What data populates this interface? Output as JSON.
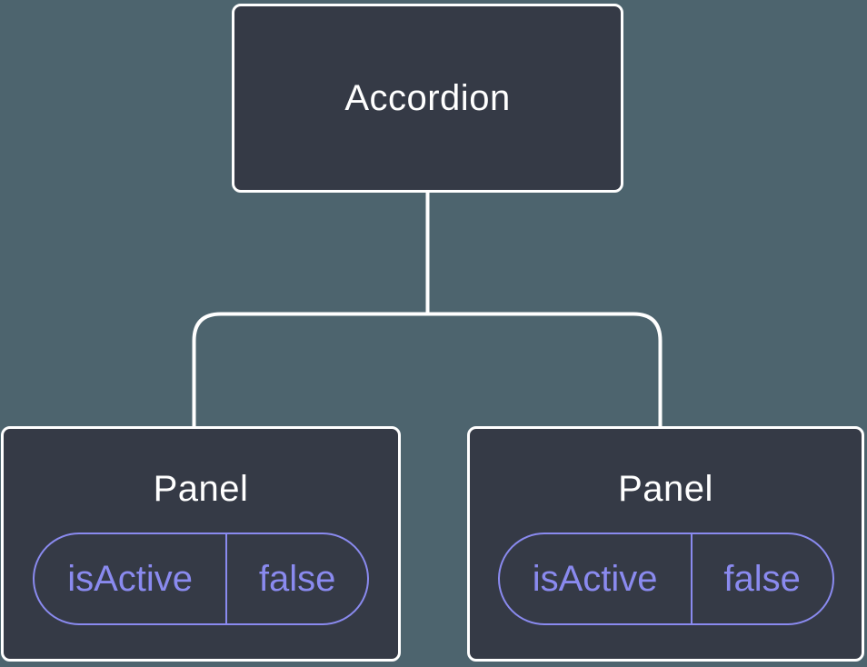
{
  "diagram": {
    "root": {
      "label": "Accordion"
    },
    "panels": [
      {
        "label": "Panel",
        "state": {
          "key": "isActive",
          "value": "false"
        }
      },
      {
        "label": "Panel",
        "state": {
          "key": "isActive",
          "value": "false"
        }
      }
    ]
  },
  "colors": {
    "background": "#4D646E",
    "node_fill": "#353A46",
    "node_border": "#FFFFFF",
    "node_text": "#FFFFFF",
    "state_accent": "#8A8AEF",
    "connector": "#FFFFFF"
  }
}
